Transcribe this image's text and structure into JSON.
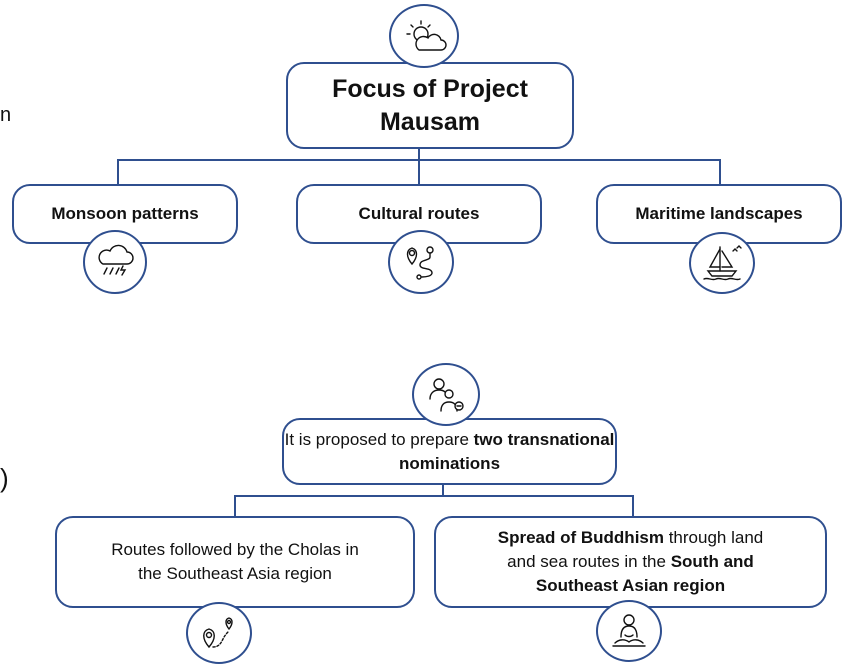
{
  "edge_marks": {
    "top": "n",
    "bottom": ")"
  },
  "top_diagram": {
    "title_line1": "Focus of Project",
    "title_line2": "Mausam",
    "title_icon": "sun-cloud-icon",
    "branches": [
      {
        "label": "Monsoon patterns",
        "icon": "storm-cloud-icon"
      },
      {
        "label": "Cultural routes",
        "icon": "route-map-icon"
      },
      {
        "label": "Maritime landscapes",
        "icon": "sailboat-icon"
      }
    ]
  },
  "bottom_diagram": {
    "icon": "people-network-icon",
    "text_prefix": "It is proposed to prepare ",
    "text_bold": "two transnational nominations",
    "branches": [
      {
        "icon": "location-path-icon",
        "line1": "Routes followed by the Cholas in",
        "line2": "the Southeast Asia region"
      },
      {
        "icon": "buddha-meditation-icon",
        "bold1": "Spread of Buddhism",
        "text1": " through land",
        "text2": "and sea routes in the ",
        "bold2": "South and",
        "bold3": "Southeast Asian region"
      }
    ]
  },
  "colors": {
    "border": "#2f4f8f",
    "text": "#111111",
    "background": "#ffffff"
  }
}
